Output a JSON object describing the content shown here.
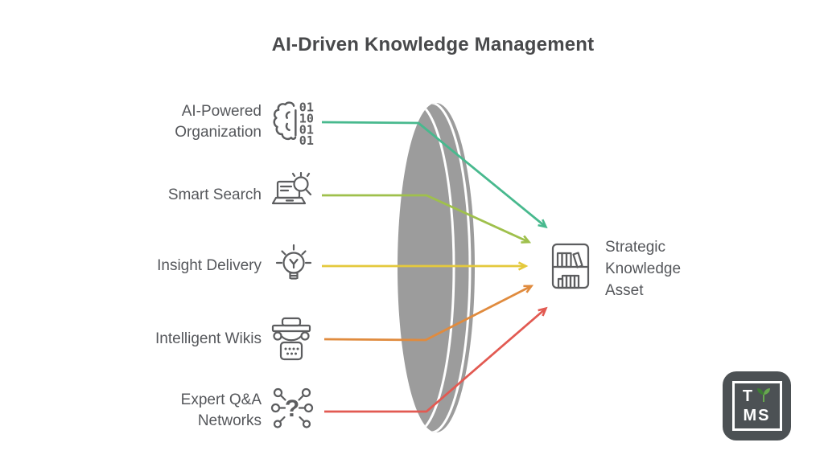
{
  "title": "AI-Driven Knowledge Management",
  "sources": [
    {
      "label": "AI-Powered\nOrganization",
      "icon": "brain-binary-icon",
      "color": "#48b98e"
    },
    {
      "label": "Smart Search",
      "icon": "smart-search-icon",
      "color": "#9fc04c"
    },
    {
      "label": "Insight Delivery",
      "icon": "lightbulb-icon",
      "color": "#e4c93d"
    },
    {
      "label": "Intelligent Wikis",
      "icon": "typewriter-icon",
      "color": "#e08b3e"
    },
    {
      "label": "Expert Q&A\nNetworks",
      "icon": "qa-network-icon",
      "color": "#e25a52"
    }
  ],
  "target": {
    "label": "Strategic\nKnowledge\nAsset",
    "icon": "bookshelf-icon"
  },
  "lens_color": "#9c9c9c",
  "icon_details": {
    "binary_rows": [
      "01",
      "10",
      "01",
      "01"
    ],
    "question_glyph": "?"
  },
  "logo": {
    "letter_top": "T",
    "letters_bottom": "MS",
    "bg_color": "#4c5154",
    "sprout_leaf_dark": "#3e7d35",
    "sprout_leaf_light": "#66a84e"
  }
}
